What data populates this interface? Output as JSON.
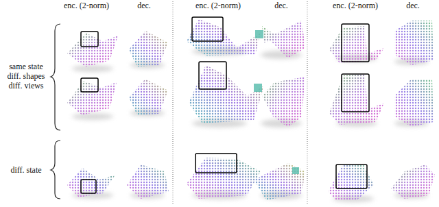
{
  "diagram": {
    "labels": [
      "enc. (2-norm)",
      "dec.",
      "enc. (2-norm)",
      "dec.",
      "enc. (2-norm)",
      "dec.",
      "same state diff. shapes diff. views",
      "diff. state"
    ]
  }
}
